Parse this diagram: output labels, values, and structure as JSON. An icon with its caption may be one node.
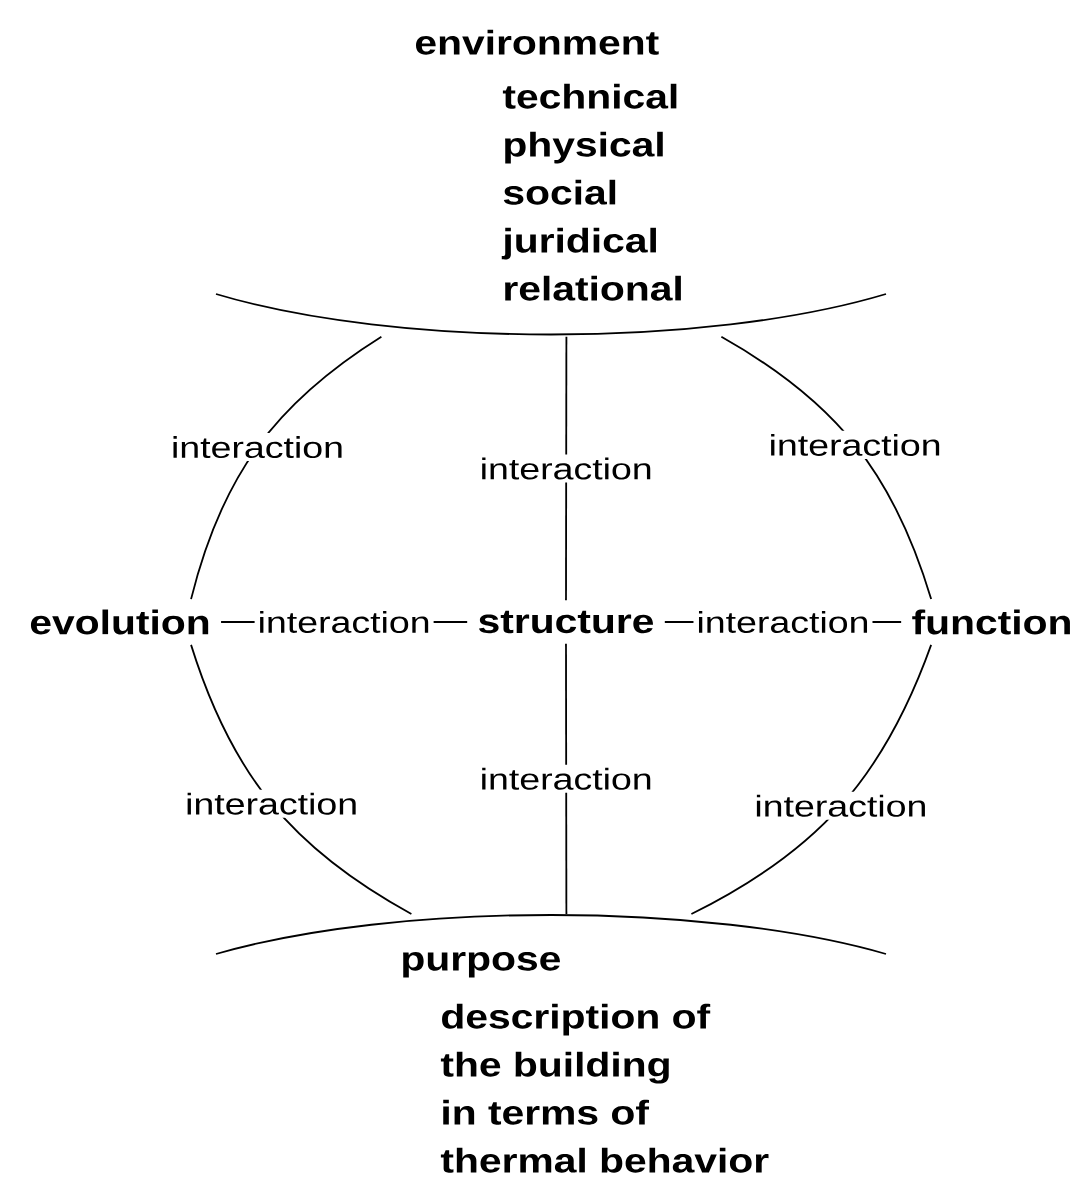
{
  "diagram": {
    "nodes": [
      {
        "text": [
          "environment",
          "technical physical social juridical relational"
        ]
      },
      {
        "text": [
          "evolution"
        ]
      },
      {
        "text": [
          "structure"
        ]
      },
      {
        "text": [
          "function"
        ]
      },
      {
        "text": [
          "purpose",
          "description of the building in terms of thermal behavior"
        ]
      }
    ],
    "edges": [
      {
        "from": 0,
        "to": 1,
        "arrow": "none",
        "label": "interaction"
      },
      {
        "from": 0,
        "to": 2,
        "arrow": "none",
        "label": "interaction"
      },
      {
        "from": 0,
        "to": 3,
        "arrow": "none",
        "label": "interaction"
      },
      {
        "from": 1,
        "to": 2,
        "arrow": "none",
        "label": "interaction"
      },
      {
        "from": 2,
        "to": 3,
        "arrow": "none",
        "label": "interaction"
      },
      {
        "from": 1,
        "to": 4,
        "arrow": "none",
        "label": "interaction"
      },
      {
        "from": 2,
        "to": 4,
        "arrow": "none",
        "label": "interaction"
      },
      {
        "from": 3,
        "to": 4,
        "arrow": "none",
        "label": "interaction"
      }
    ]
  }
}
